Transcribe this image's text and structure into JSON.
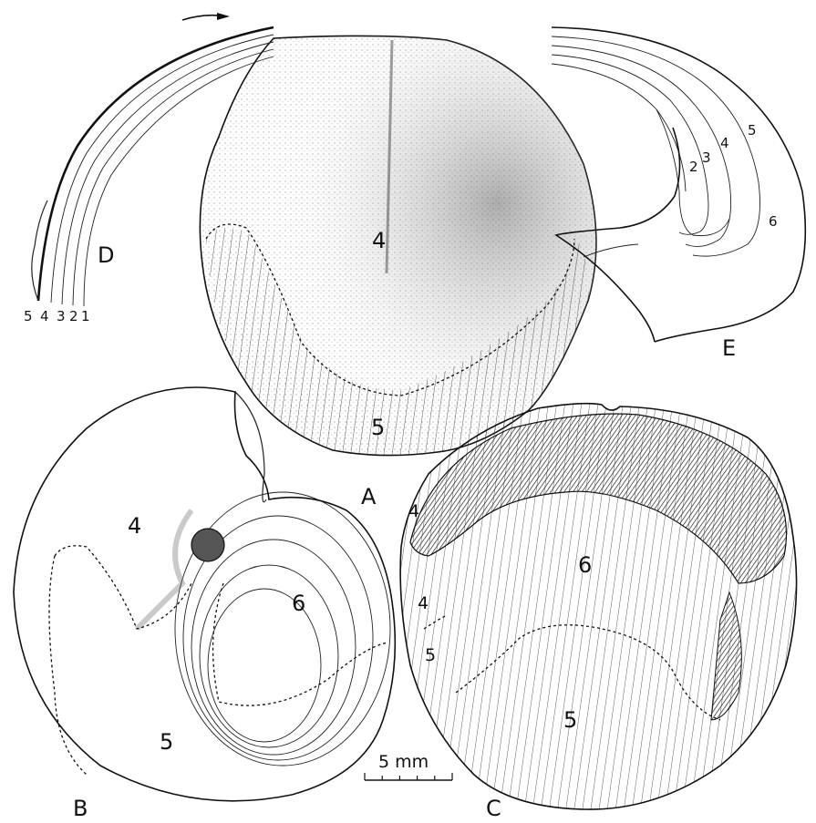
{
  "figures": {
    "A": {
      "letter": "A",
      "zone_upper": "4",
      "zone_lower": "5"
    },
    "B": {
      "letter": "B",
      "zone_a": "4",
      "zone_b": "6",
      "zone_c": "5"
    },
    "C": {
      "letter": "C",
      "zone_a": "4",
      "zone_b": "4",
      "zone_c": "5",
      "zone_d": "6",
      "zone_e": "5"
    },
    "D": {
      "letter": "D",
      "layers": [
        "5",
        "4",
        "3",
        "2",
        "1"
      ]
    },
    "E": {
      "letter": "E",
      "layers": [
        "2",
        "3",
        "4",
        "5",
        "6"
      ]
    }
  },
  "scale_bar": {
    "label": "5 mm",
    "ticks": 6
  }
}
